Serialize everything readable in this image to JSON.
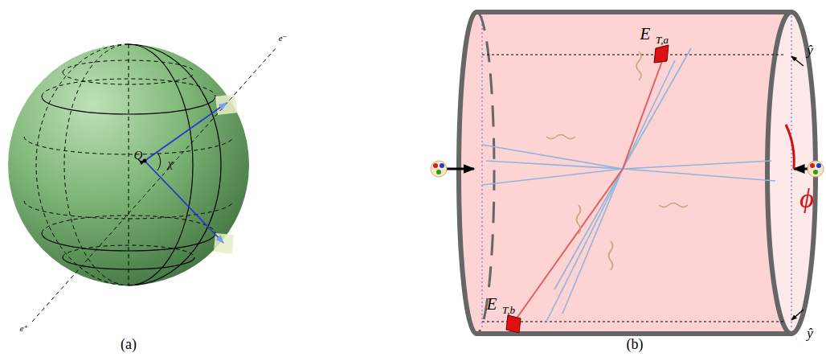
{
  "diagram": {
    "labels": [
      "Q",
      "χ",
      "e⁻",
      "e⁺",
      "(a)",
      "E",
      "T,a",
      "E",
      "T,b",
      "ŷ",
      "ŷ",
      "ϕ",
      "(b)"
    ]
  }
}
